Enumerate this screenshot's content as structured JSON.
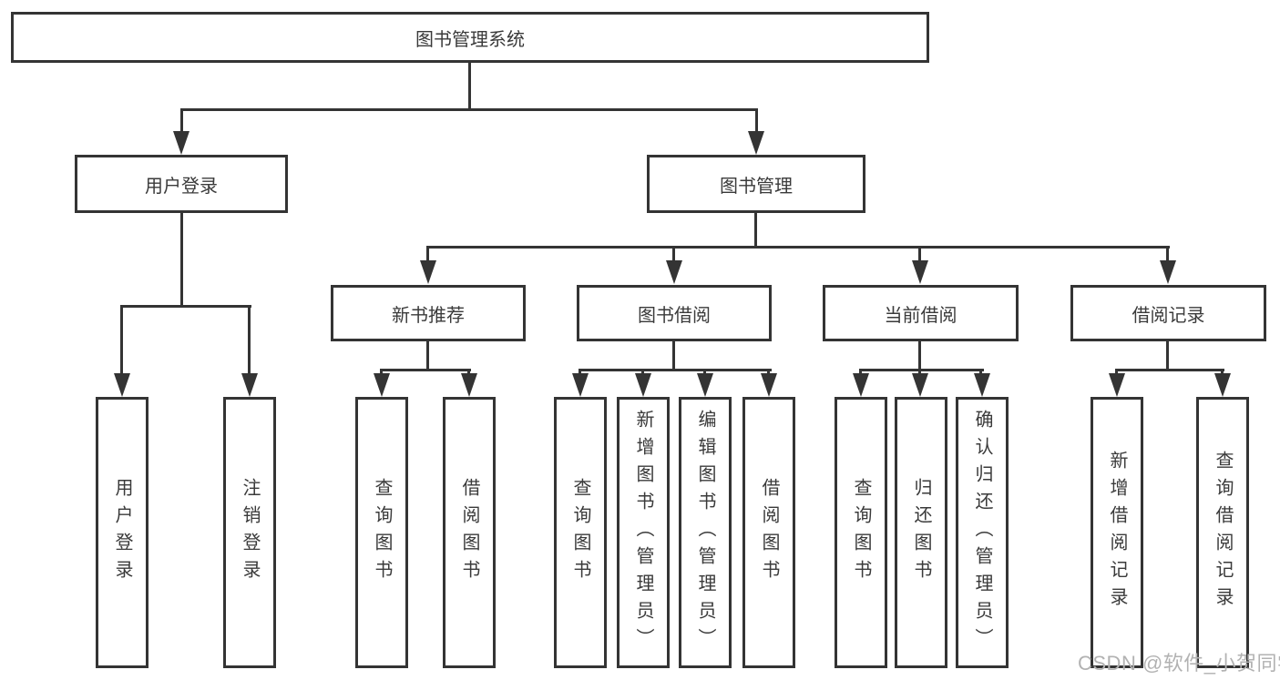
{
  "title": "图书管理系统",
  "watermark": "CSDN @软件_小贺同学",
  "colors": {
    "line": "#343434",
    "text": "#3a3a3a",
    "watermark": "#b2b2b2",
    "background": "#ffffff"
  },
  "tree": {
    "root": "图书管理系统",
    "children": [
      {
        "label": "用户登录",
        "children": [
          {
            "label": "用户登录"
          },
          {
            "label": "注销登录"
          }
        ]
      },
      {
        "label": "图书管理",
        "children": [
          {
            "label": "新书推荐",
            "children": [
              {
                "label": "查询图书"
              },
              {
                "label": "借阅图书"
              }
            ]
          },
          {
            "label": "图书借阅",
            "children": [
              {
                "label": "查询图书"
              },
              {
                "label": "新增图书（管理员）"
              },
              {
                "label": "编辑图书（管理员）"
              },
              {
                "label": "借阅图书"
              }
            ]
          },
          {
            "label": "当前借阅",
            "children": [
              {
                "label": "查询图书"
              },
              {
                "label": "归还图书"
              },
              {
                "label": "确认归还（管理员）"
              }
            ]
          },
          {
            "label": "借阅记录",
            "children": [
              {
                "label": "新增借阅记录"
              },
              {
                "label": "查询借阅记录"
              }
            ]
          }
        ]
      }
    ]
  }
}
